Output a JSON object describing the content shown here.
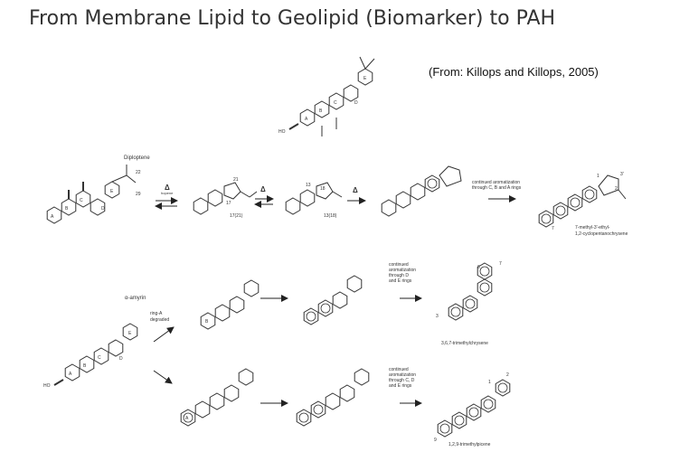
{
  "title": "From Membrane Lipid to Geolipid (Biomarker) to PAH",
  "citation": "(From: Killops and Killops, 2005)",
  "colors": {
    "ink": "#333333",
    "background": "#ffffff"
  },
  "labels": {
    "diploptene": "Diploptene",
    "hopene": "hopene",
    "carbon22": "22",
    "carbon29": "29",
    "carbon21": "21",
    "carbon17": "17",
    "bond1721": "17(21)",
    "carbon13": "13",
    "carbon18": "18",
    "bond1318": "13(18)",
    "heat1": "Δ",
    "heat2": "Δ",
    "heat3": "Δ",
    "continued1": "continued aromatization",
    "continued1b": "through C, B and A rings",
    "product1a": "7-methyl-3'-ethyl-",
    "product1b": "1,2-cyclopentanochrysene",
    "amyrin": "α-amyrin",
    "ringA1": "ring-A",
    "ringA2": "degraded",
    "cont2a": "continued",
    "cont2b": "aromatization",
    "cont2c": "through D",
    "cont2d": "and E rings",
    "product2": "3,6,7-trimethylchrysene",
    "cont3a": "continued",
    "cont3b": "aromatization",
    "cont3c": "through C, D",
    "cont3d": "and E rings",
    "product3": "1,2,9-trimethylpicene",
    "ho": "HO",
    "ringLetters": [
      "A",
      "B",
      "C",
      "D",
      "E"
    ],
    "pos1": "1",
    "pos2": "2",
    "pos3": "3",
    "pos6": "6",
    "pos7": "7",
    "pos9": "9",
    "pos3p": "3'"
  }
}
